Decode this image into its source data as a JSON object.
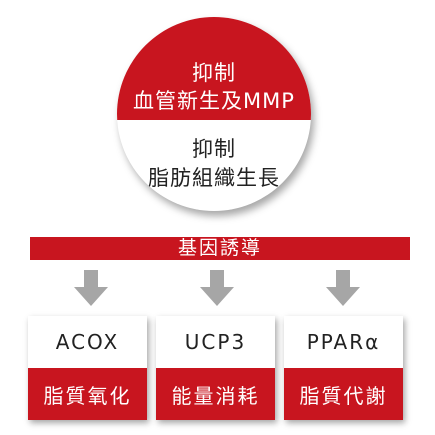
{
  "circle": {
    "top_lines": [
      "抑制",
      "血管新生及MMP"
    ],
    "bottom_lines": [
      "抑制",
      "脂肪組織生長"
    ]
  },
  "banner": {
    "label": "基因誘導"
  },
  "boxes": [
    {
      "top": "ACOX",
      "bottom": "脂質氧化"
    },
    {
      "top": "UCP3",
      "bottom": "能量消耗"
    },
    {
      "top": "PPARα",
      "bottom": "脂質代謝"
    }
  ],
  "colors": {
    "accent": "#c8151f",
    "arrow": "#a6a6a6",
    "text": "#222222"
  }
}
